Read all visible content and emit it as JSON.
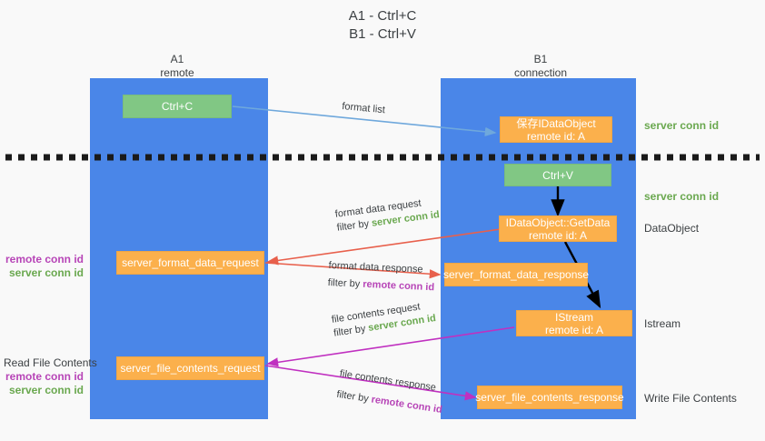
{
  "title": {
    "line1": "A1 - Ctrl+C",
    "line2": "B1 - Ctrl+V"
  },
  "columns": [
    {
      "name": "A1",
      "sub": "remote"
    },
    {
      "name": "B1",
      "sub": "connection"
    }
  ],
  "colors": {
    "lane": "#4a86e8",
    "green_node": "#81c784",
    "orange_node": "#fbb04c",
    "server_conn_id": "#6aa84f",
    "remote_conn_id": "#b745b7",
    "arrow_blue": "#6fa8dc",
    "arrow_red": "#e8604c",
    "arrow_magenta": "#c030c0",
    "arrow_black": "#000000",
    "background": "#f9f9f9"
  },
  "nodes": {
    "ctrl_c": {
      "label": "Ctrl+C"
    },
    "save_idataobject": {
      "line1": "保存IDataObject",
      "line2": "remote id: A"
    },
    "ctrl_v": {
      "label": "Ctrl+V"
    },
    "getdata": {
      "line1": "IDataObject::GetData",
      "line2": "remote id: A"
    },
    "format_data_request": {
      "label": "server_format_data_request"
    },
    "format_data_response": {
      "label": "server_format_data_response"
    },
    "istream": {
      "line1": "IStream",
      "line2": "remote id: A"
    },
    "file_contents_request": {
      "label": "server_file_contents_request"
    },
    "file_contents_response": {
      "label": "server_file_contents_response"
    }
  },
  "right_labels": [
    {
      "text": "server conn id",
      "kind": "server"
    },
    {
      "text": "server conn id",
      "kind": "server"
    },
    {
      "text": "DataObject",
      "kind": "plain"
    },
    {
      "text": "Istream",
      "kind": "plain"
    },
    {
      "text": "Write File Contents",
      "kind": "plain"
    }
  ],
  "left_labels": {
    "format_block": {
      "remote": "remote conn id",
      "server": "server conn id"
    },
    "file_block": {
      "heading": "Read File Contents",
      "remote": "remote conn id",
      "server": "server conn id"
    }
  },
  "edges": {
    "format_list": {
      "text": "format list"
    },
    "format_data_request": {
      "line1": "format data request",
      "filter_prefix": "filter by ",
      "filter_value": "server conn id"
    },
    "format_data_response": {
      "line1": "format data response",
      "filter_prefix": "filter by ",
      "filter_value": "remote conn id"
    },
    "file_contents_request": {
      "line1": "file contents request",
      "filter_prefix": "filter by ",
      "filter_value": "server conn id"
    },
    "file_contents_response": {
      "line1": "file contents response",
      "filter_prefix": "filter by ",
      "filter_value": "remote conn id"
    }
  }
}
